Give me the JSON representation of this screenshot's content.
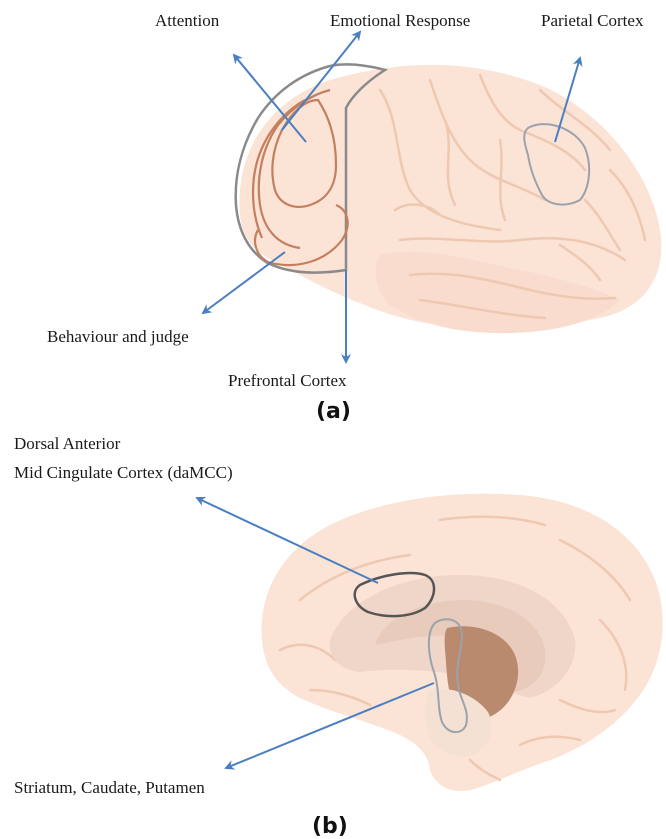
{
  "panel_a": {
    "label": "(a)",
    "annotations": {
      "attention": "Attention",
      "emotional_response": "Emotional Response",
      "parietal_cortex": "Parietal Cortex",
      "behaviour_and_judge": "Behaviour and judge",
      "prefrontal_cortex": "Prefrontal Cortex"
    }
  },
  "panel_b": {
    "label": "(b)",
    "annotations": {
      "damcc_line1": "Dorsal Anterior",
      "damcc_line2": "Mid Cingulate Cortex (daMCC)",
      "striatum": "Striatum, Caudate, Putamen"
    }
  },
  "colors": {
    "brain_fill": "#fbe3d6",
    "brain_sulci": "#efc8b1",
    "arrow": "#4a7fc1",
    "prefrontal_outline": "#8a8a8a",
    "region_outline": "#c47f5e",
    "deep_nucleus": "#b98a6e",
    "cingulate_band": "#f0d6c8"
  }
}
